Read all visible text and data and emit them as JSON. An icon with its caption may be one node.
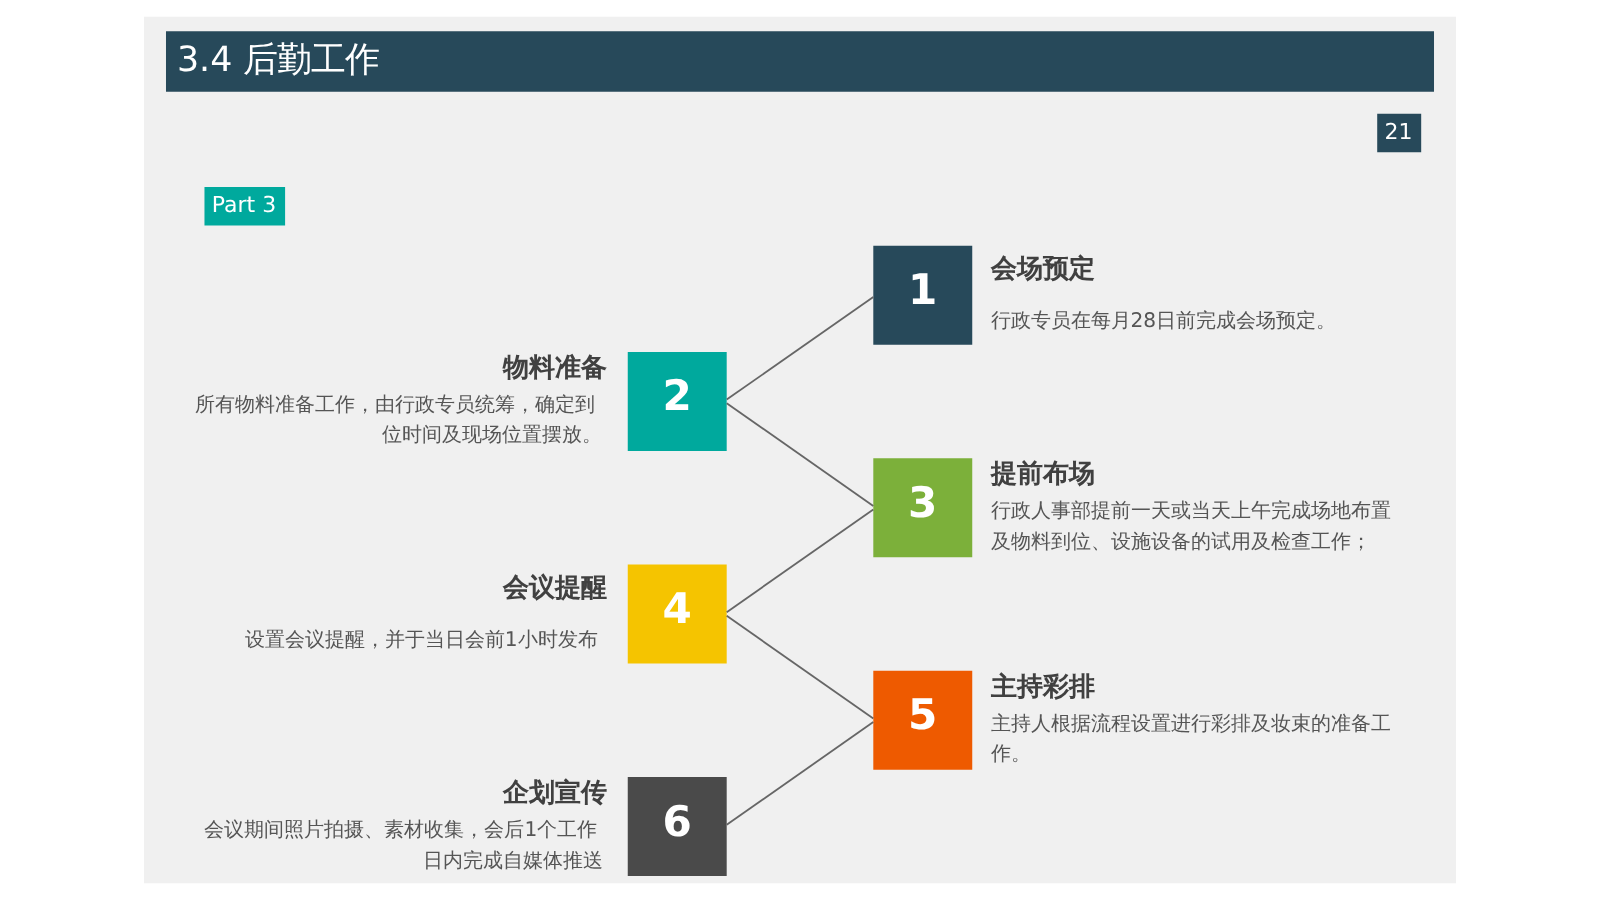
{
  "diagram": {
    "title": "3.4 后勤工作",
    "nodes": [
      {
        "text": [
          "1"
        ],
        "beside": [
          "会场预定",
          "行政专员在每月28日前完成会场预定。"
        ]
      },
      {
        "text": [
          "2"
        ],
        "beside": [
          "物料准备",
          "所有物料准备工作，由行政专员统筹，确定到位时间及现场位置摆放。"
        ]
      },
      {
        "text": [
          "3"
        ],
        "beside": [
          "提前布场",
          "行政人事部提前一天或当天上午完成场地布置及物料到位、设施设备的试用及检查工作；"
        ]
      },
      {
        "text": [
          "4"
        ],
        "beside": [
          "会议提醒",
          "设置会议提醒，并于当日会前1小时发布"
        ]
      },
      {
        "text": [
          "5"
        ],
        "beside": [
          "主持彩排",
          "主持人根据流程设置进行彩排及妆束的准备工作。"
        ]
      },
      {
        "text": [
          "6"
        ],
        "beside": [
          "企划宣传",
          "会议期间照片拍摄、素材收集，会后1个工作日内完成自媒体推送"
        ]
      }
    ],
    "edges": [
      {
        "from": 0,
        "to": 1,
        "arrow": "none"
      },
      {
        "from": 1,
        "to": 2,
        "arrow": "none"
      },
      {
        "from": 2,
        "to": 3,
        "arrow": "none"
      },
      {
        "from": 3,
        "to": 4,
        "arrow": "none"
      },
      {
        "from": 4,
        "to": 5,
        "arrow": "none"
      }
    ],
    "labels": [
      "Part 3",
      "21"
    ]
  }
}
